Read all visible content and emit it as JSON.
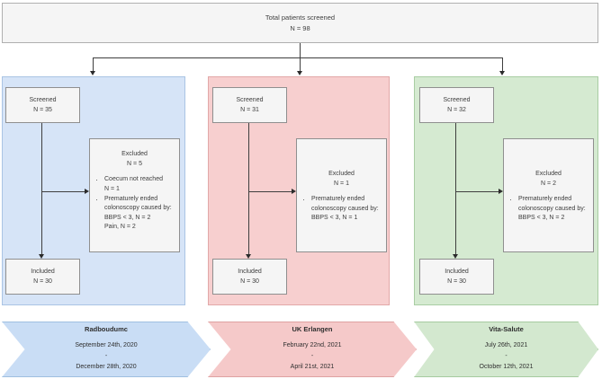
{
  "diagram": {
    "title_box": {
      "line1": "Total patients screened",
      "line2": "N = 98"
    },
    "sites": [
      {
        "color": "#d6e4f7",
        "screened": {
          "label": "Screened",
          "count": "N = 35"
        },
        "excluded": {
          "label": "Excluded",
          "count": "N = 5",
          "reasons": [
            "Coecum not reached\nN = 1",
            "Prematurely ended colonoscopy caused by:\nBBPS < 3, N = 2\nPain, N = 2"
          ]
        },
        "included": {
          "label": "Included",
          "count": "N = 30"
        },
        "banner": {
          "name": "Radboudumc",
          "start_date": "September 24th, 2020",
          "separator": "-",
          "end_date": "December 28th, 2020"
        }
      },
      {
        "color": "#f7cfcf",
        "screened": {
          "label": "Screened",
          "count": "N = 31"
        },
        "excluded": {
          "label": "Excluded",
          "count": "N = 1",
          "reasons": [
            "Prematurely ended colonoscopy caused by:\nBBPS < 3, N = 1"
          ]
        },
        "included": {
          "label": "Included",
          "count": "N = 30"
        },
        "banner": {
          "name": "UK Erlangen",
          "start_date": "February 22nd, 2021",
          "separator": "-",
          "end_date": "April 21st, 2021"
        }
      },
      {
        "color": "#d5ead1",
        "screened": {
          "label": "Screened",
          "count": "N = 32"
        },
        "excluded": {
          "label": "Excluded",
          "count": "N = 2",
          "reasons": [
            "Prematurely ended colonoscopy caused by:\nBBPS < 3, N = 2"
          ]
        },
        "included": {
          "label": "Included",
          "count": "N = 30"
        },
        "banner": {
          "name": "Vita-Salute",
          "start_date": "July 26th, 2021",
          "separator": "-",
          "end_date": "October 12th, 2021"
        }
      }
    ]
  }
}
